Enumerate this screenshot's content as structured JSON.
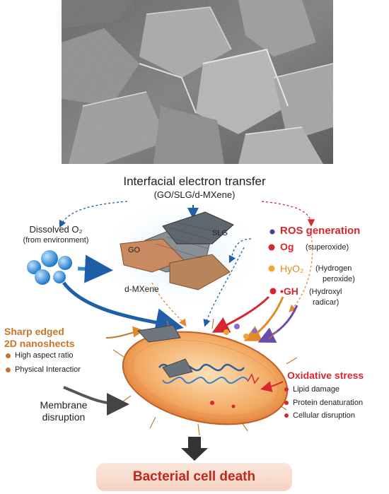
{
  "title": {
    "line1": "Interfacial electron transfer",
    "line2": "(GO/SLG/d-MXene)"
  },
  "dissolved": {
    "line1": "Dissolved O₂",
    "line2": "(from environment)"
  },
  "materials": {
    "slg": "SLG",
    "go": "GO",
    "mxene": "d-MXene"
  },
  "ros": {
    "title": "ROS generation",
    "items": [
      {
        "name": "Og",
        "desc1": "(superoxide)",
        "desc2": ""
      },
      {
        "name": "HyO₂",
        "desc1": "(Hydrogen",
        "desc2": "peroxide)"
      },
      {
        "name": "•GH",
        "desc1": "(Hydroxyl",
        "desc2": "radicar)"
      }
    ]
  },
  "sharp": {
    "title1": "Sharp edged",
    "title2": "2D nanoshects",
    "items": [
      "High aspect ratio",
      "Physical Interactior"
    ]
  },
  "membrane": {
    "line1": "Membrane",
    "line2": "disruption"
  },
  "oxidative": {
    "title": "Oxidative stress",
    "items": [
      "Lipid damage",
      "Protein denaturation",
      "Cellular disruption"
    ]
  },
  "result": "Bacterial cell death",
  "colors": {
    "red": "#d8262d",
    "orange": "#c8752a",
    "blue": "#1f5fa8",
    "sphere": "#2f8fd6"
  },
  "sem_image": {
    "description_icon": "sem-micrograph-icon"
  }
}
